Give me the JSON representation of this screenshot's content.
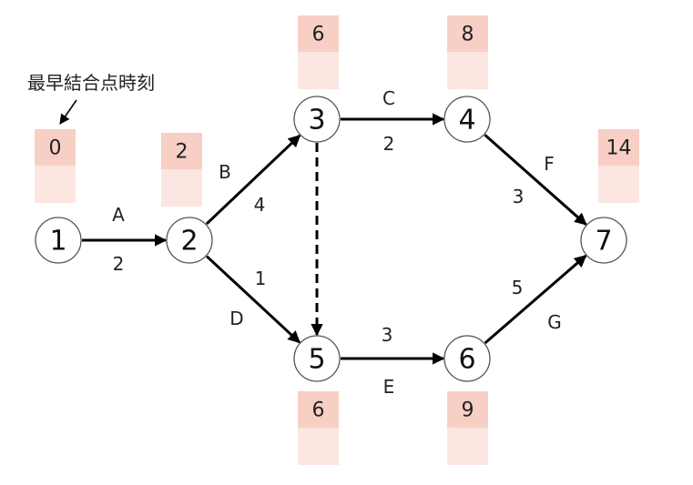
{
  "caption": "最早結合点時刻",
  "colors": {
    "box_top": "#f7cfc4",
    "box_bottom": "#fbe6e1",
    "line": "#000000"
  },
  "nodes": [
    {
      "id": "1",
      "label": "1"
    },
    {
      "id": "2",
      "label": "2"
    },
    {
      "id": "3",
      "label": "3"
    },
    {
      "id": "4",
      "label": "4"
    },
    {
      "id": "5",
      "label": "5"
    },
    {
      "id": "6",
      "label": "6"
    },
    {
      "id": "7",
      "label": "7"
    }
  ],
  "earliest_times": {
    "1": "0",
    "2": "2",
    "3": "6",
    "4": "8",
    "5": "6",
    "6": "9",
    "7": "14"
  },
  "edges": [
    {
      "from": "1",
      "to": "2",
      "activity": "A",
      "duration": "2",
      "dashed": false
    },
    {
      "from": "2",
      "to": "3",
      "activity": "B",
      "duration": "4",
      "dashed": false
    },
    {
      "from": "2",
      "to": "5",
      "activity": "D",
      "duration": "1",
      "dashed": false
    },
    {
      "from": "3",
      "to": "4",
      "activity": "C",
      "duration": "2",
      "dashed": false
    },
    {
      "from": "3",
      "to": "5",
      "activity": "",
      "duration": "",
      "dashed": true
    },
    {
      "from": "4",
      "to": "7",
      "activity": "F",
      "duration": "3",
      "dashed": false
    },
    {
      "from": "5",
      "to": "6",
      "activity": "E",
      "duration": "3",
      "dashed": false
    },
    {
      "from": "6",
      "to": "7",
      "activity": "G",
      "duration": "5",
      "dashed": false
    }
  ]
}
